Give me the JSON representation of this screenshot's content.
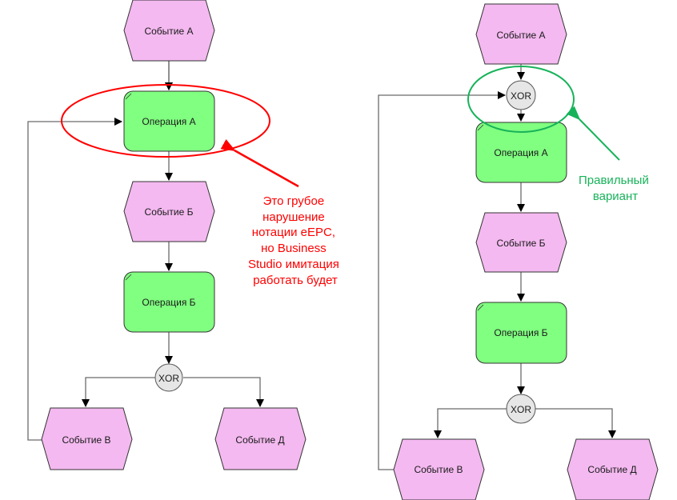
{
  "colors": {
    "event_fill": "#f4b9f0",
    "function_fill": "#80ff80",
    "xor_fill": "#e6e6e6",
    "wrong_annotation": "#ff0000",
    "right_annotation": "#17b35a"
  },
  "left_diagram": {
    "event_a": "Событие А",
    "function_a": "Операция А",
    "event_b": "Событие Б",
    "function_b": "Операция Б",
    "xor": "XOR",
    "event_v": "Событие В",
    "event_d": "Событие Д",
    "annotation": [
      "Это грубое",
      "нарушение",
      "нотации eEPC,",
      "но Business",
      "Studio имитация",
      "работать будет"
    ]
  },
  "right_diagram": {
    "event_a": "Событие А",
    "xor_top": "XOR",
    "function_a": "Операция А",
    "event_b": "Событие Б",
    "function_b": "Операция Б",
    "xor_bottom": "XOR",
    "event_v": "Событие В",
    "event_d": "Событие Д",
    "annotation": [
      "Правильный",
      "вариант"
    ]
  }
}
